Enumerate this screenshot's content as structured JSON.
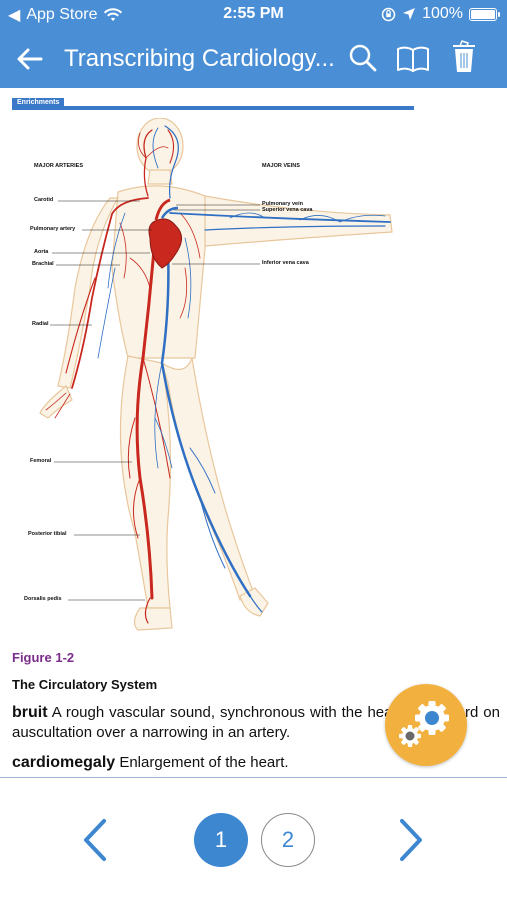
{
  "status_bar": {
    "back_app": "App Store",
    "time": "2:55 PM",
    "battery": "100%",
    "battery_level": 1.0
  },
  "nav": {
    "title": "Transcribing Cardiology..."
  },
  "enrichments_label": "Enrichments",
  "figure": {
    "heading_arteries": "MAJOR ARTERIES",
    "heading_veins": "MAJOR VEINS",
    "artery_labels": [
      "Carotid",
      "Pulmonary artery",
      "Aorta",
      "Brachial",
      "Radial",
      "Femoral",
      "Posterior tibial",
      "Dorsalis pedis"
    ],
    "vein_labels": [
      "Pulmonary vein",
      "Superior vena cava",
      "Inferior vena cava"
    ]
  },
  "caption": {
    "number": "Figure 1-2",
    "title": "The Circulatory  System"
  },
  "entries": [
    {
      "term": "bruit",
      "definition": "A rough vascular sound, synchronous with the heartbeat, heard on auscultation over a narrowing in an artery."
    },
    {
      "term": "cardiomegaly",
      "definition": "Enlargement of the heart."
    }
  ],
  "pager": {
    "pages": [
      "1",
      "2"
    ],
    "current": "1"
  },
  "colors": {
    "accent": "#4a8fd6",
    "fab": "#f2b13e",
    "caption": "#7a2d8a",
    "artery": "#c8281e",
    "vein": "#2f6fc4"
  }
}
